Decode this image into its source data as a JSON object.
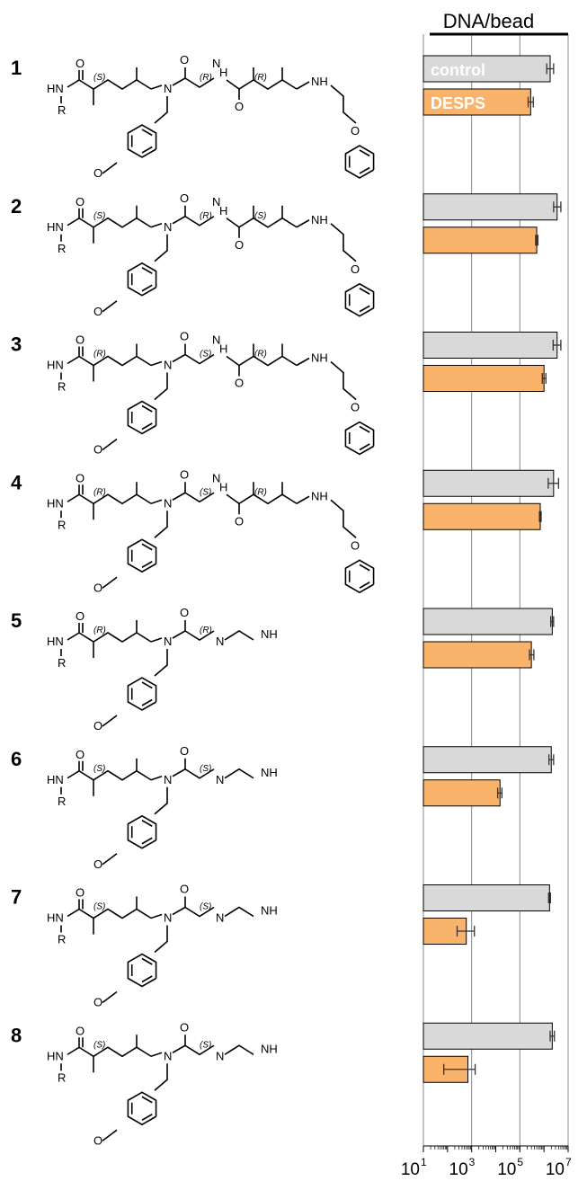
{
  "chart_data": {
    "type": "bar",
    "orientation": "horizontal",
    "title": "DNA/bead",
    "x_scale": "log",
    "xlim": [
      10,
      10000000
    ],
    "x_ticks": [
      {
        "base": "10",
        "exp": "1"
      },
      {
        "base": "10",
        "exp": "3"
      },
      {
        "base": "10",
        "exp": "5"
      },
      {
        "base": "10",
        "exp": "7"
      }
    ],
    "grid": true,
    "categories": [
      "1",
      "2",
      "3",
      "4",
      "5",
      "6",
      "7",
      "8"
    ],
    "series": [
      {
        "name": "control",
        "color": "#d9d9d9",
        "values": [
          1800000,
          3500000,
          3500000,
          2500000,
          2200000,
          2000000,
          1700000,
          2200000
        ],
        "err_low": [
          1300000,
          2500000,
          2400000,
          1500000,
          1900000,
          1600000,
          1550000,
          1800000
        ],
        "err_high": [
          2500000,
          5000000,
          5000000,
          4000000,
          2500000,
          2500000,
          1850000,
          2700000
        ]
      },
      {
        "name": "DESPS",
        "color": "#f9b36a",
        "values": [
          280000,
          500000,
          1000000,
          700000,
          300000,
          15000,
          600,
          700
        ],
        "err_low": [
          220000,
          450000,
          850000,
          650000,
          250000,
          12000,
          250,
          70
        ],
        "err_high": [
          360000,
          560000,
          1200000,
          760000,
          380000,
          18000,
          1300,
          1400
        ]
      }
    ],
    "compounds": [
      {
        "number": "1",
        "stereo": [
          "(S)",
          "(R)",
          "(R)"
        ]
      },
      {
        "number": "2",
        "stereo": [
          "(S)",
          "(R)",
          "(S)"
        ]
      },
      {
        "number": "3",
        "stereo": [
          "(R)",
          "(S)",
          "(R)"
        ]
      },
      {
        "number": "4",
        "stereo": [
          "(R)",
          "(S)",
          "(R)"
        ]
      },
      {
        "number": "5",
        "stereo": [
          "(R)",
          "(R)"
        ]
      },
      {
        "number": "6",
        "stereo": [
          "(S)",
          "(S)"
        ]
      },
      {
        "number": "7",
        "stereo": [
          "(S)",
          "(S)"
        ]
      },
      {
        "number": "8",
        "stereo": [
          "(S)",
          "(S)"
        ]
      }
    ],
    "atom_labels": {
      "N": "N",
      "NH": "NH",
      "HN": "HN",
      "R": "R",
      "O": "O",
      "H": "H"
    }
  }
}
